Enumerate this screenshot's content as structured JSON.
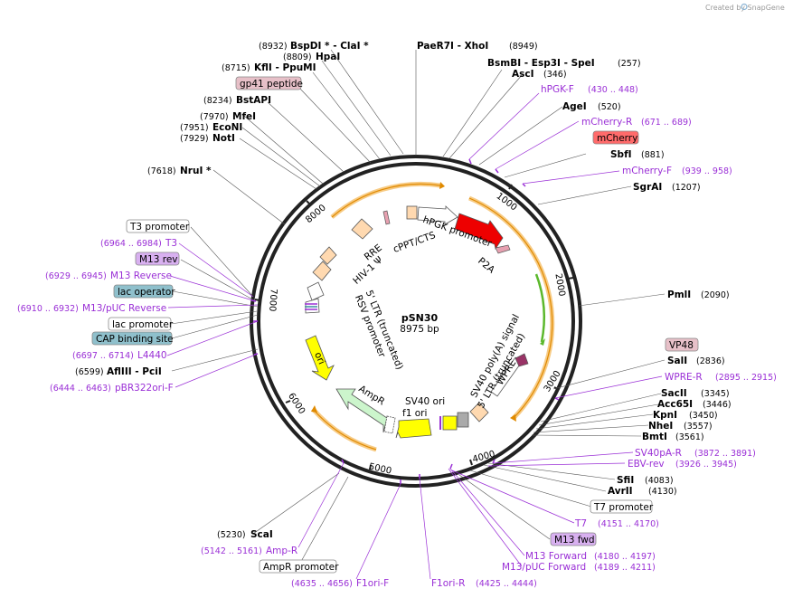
{
  "credit": "Created by SnapGene",
  "plasmid": {
    "name": "pSN30",
    "size": "8975 bp"
  },
  "ticks": [
    "1000",
    "2000",
    "3000",
    "4000",
    "5000",
    "6000",
    "7000",
    "8000"
  ],
  "sites": [
    {
      "pos": "(8932)",
      "name": "BspDI *  -  ClaI *"
    },
    {
      "pos": "(8809)",
      "name": "HpaI"
    },
    {
      "pos": "(8715)",
      "name": "KflI  -  PpuMI"
    },
    {
      "pos": "(8234)",
      "name": "BstAPI"
    },
    {
      "pos": "(7970)",
      "name": "MfeI"
    },
    {
      "pos": "(7951)",
      "name": "EcoNI"
    },
    {
      "pos": "(7929)",
      "name": "NotI"
    },
    {
      "pos": "(7618)",
      "name": "NruI *"
    },
    {
      "name": "PaeR7I  -  XhoI",
      "pos": "(8949)"
    },
    {
      "name": "BsmBI  -  Esp3I  -  SpeI",
      "pos": "(257)"
    },
    {
      "name": "AscI",
      "pos": "(346)"
    },
    {
      "name": "AgeI",
      "pos": "(520)"
    },
    {
      "name": "SbfI",
      "pos": "(881)"
    },
    {
      "name": "SgrAI",
      "pos": "(1207)"
    },
    {
      "name": "PmlI",
      "pos": "(2090)"
    },
    {
      "name": "SalI",
      "pos": "(2836)"
    },
    {
      "name": "SacII",
      "pos": "(3345)"
    },
    {
      "name": "Acc65I",
      "pos": "(3446)"
    },
    {
      "name": "KpnI",
      "pos": "(3450)"
    },
    {
      "name": "NheI",
      "pos": "(3557)"
    },
    {
      "name": "BmtI",
      "pos": "(3561)"
    },
    {
      "name": "SfiI",
      "pos": "(4083)"
    },
    {
      "name": "AvrII",
      "pos": "(4130)"
    },
    {
      "pos": "(6599)",
      "name": "AflIII  -  PciI"
    },
    {
      "pos": "(5230)",
      "name": "ScaI"
    }
  ],
  "primers": [
    {
      "name": "hPGK-F",
      "pos": "(430 .. 448)"
    },
    {
      "name": "mCherry-R",
      "pos": "(671 .. 689)"
    },
    {
      "name": "mCherry-F",
      "pos": "(939 .. 958)"
    },
    {
      "name": "WPRE-R",
      "pos": "(2895 .. 2915)"
    },
    {
      "name": "SV40pA-R",
      "pos": "(3872 .. 3891)"
    },
    {
      "name": "EBV-rev",
      "pos": "(3926 .. 3945)"
    },
    {
      "name": "T7",
      "pos": "(4151 .. 4170)"
    },
    {
      "name": "M13 Forward",
      "pos": "(4180 .. 4197)"
    },
    {
      "name": "M13/pUC Forward",
      "pos": "(4189 .. 4211)"
    },
    {
      "name": "F1ori-R",
      "pos": "(4425 .. 4444)"
    },
    {
      "name": "F1ori-F",
      "pos": "(4635 .. 4656)"
    },
    {
      "name": "Amp-R",
      "pos": "(5142 .. 5161)"
    },
    {
      "name": "pBR322ori-F",
      "pos": "(6444 .. 6463)"
    },
    {
      "name": "L4440",
      "pos": "(6697 .. 6714)"
    },
    {
      "name": "M13/pUC Reverse",
      "pos": "(6910 .. 6932)"
    },
    {
      "name": "M13 Reverse",
      "pos": "(6929 .. 6945)"
    },
    {
      "name": "T3",
      "pos": "(6964 .. 6984)"
    }
  ],
  "boxed": [
    {
      "name": "gp41 peptide",
      "color": "#e7c0c8"
    },
    {
      "name": "mCherry",
      "color": "#ff6b6b"
    },
    {
      "name": "VP48",
      "color": "#e7c0c8"
    },
    {
      "name": "T7 promoter",
      "color": "#ffffff"
    },
    {
      "name": "M13 fwd",
      "color": "#d8b0f0"
    },
    {
      "name": "AmpR promoter",
      "color": "#ffffff"
    },
    {
      "name": "T3 promoter",
      "color": "#ffffff"
    },
    {
      "name": "M13 rev",
      "color": "#d8b0f0"
    },
    {
      "name": "lac operator",
      "color": "#8fc0cc"
    },
    {
      "name": "lac promoter",
      "color": "#ffffff"
    },
    {
      "name": "CAP binding site",
      "color": "#8fc0cc"
    }
  ],
  "features": {
    "rre": "RRE",
    "cppt": "cPPT/CTS",
    "hpgk": "hPGK promoter",
    "p2a": "P2A",
    "hiv": "HIV-1 Ψ",
    "ltr5": "5' LTR (truncated)",
    "rsv": "RSV promoter",
    "ori": "ori",
    "ampr": "AmpR",
    "sv40ori": "SV40 ori",
    "f1ori": "f1 ori",
    "wpre": "WPRE",
    "sv40pa": "SV40 poly(A) signal",
    "ltr5b": "5' LTR (truncated)"
  },
  "colors": {
    "backbone": "#222222",
    "orange_arc": "#f0a020",
    "green_arc": "#5cb82c",
    "mcherry": "#ee0000",
    "ori": "#ffff00",
    "ampr": "#ccf5cc",
    "beige": "#ffd9b0",
    "primer": "#9a2fd6",
    "wpre": "#993366"
  }
}
